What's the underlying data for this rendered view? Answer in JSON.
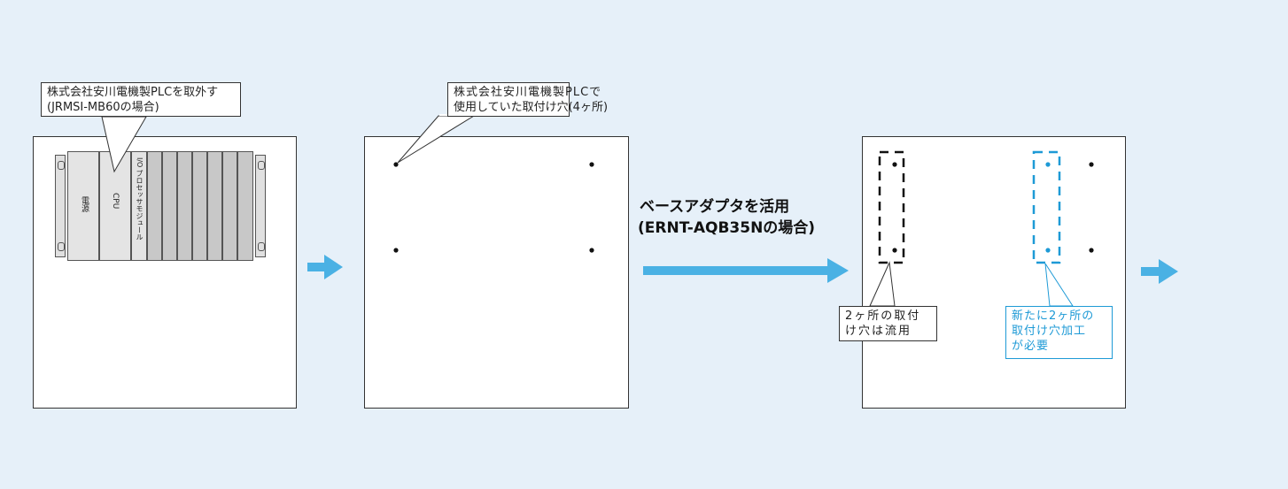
{
  "callouts": {
    "remove_plc": [
      "株式会社安川電機製PLCを取外す",
      "(JRMSI-MB60の場合)"
    ],
    "existing_holes": [
      "株式会社安川電機製PLCで",
      "使用していた取付け穴(4ヶ所)"
    ],
    "reuse_holes": [
      "2ヶ所の取付",
      "け穴は流用"
    ],
    "new_holes": [
      "新たに2ヶ所の",
      "取付け穴加工",
      "が必要"
    ]
  },
  "adapter": {
    "title_line1": "ベースアダプタを活用",
    "title_line2": "(ERNT-AQB35Nの場合)"
  },
  "plc_modules": {
    "power": "電源",
    "cpu": "CPU",
    "io": "I/O プロセッサモジュール"
  },
  "colors": {
    "background": "#e6f0f9",
    "arrow": "#4ab1e4",
    "accent_blue": "#1e9ad6",
    "module_gray": "#c8c8c8",
    "module_light": "#e4e4e4"
  }
}
